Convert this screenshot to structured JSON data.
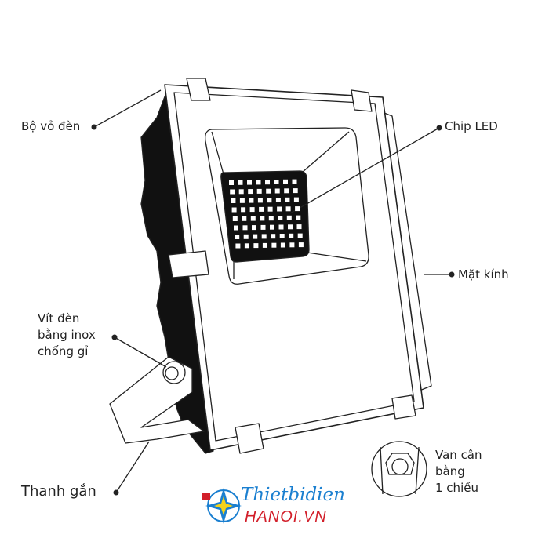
{
  "labels": {
    "housing": "Bộ vỏ đèn",
    "chip": "Chip LED",
    "glass": "Mặt kính",
    "screw": [
      "Vít đèn",
      "bằng inox",
      "chống gỉ"
    ],
    "bracket": "Thanh gắn",
    "valve": [
      "Van cân",
      "bằng",
      "1 chiều"
    ]
  },
  "logo": {
    "line1": "Thietbidien",
    "line2": "HANOI.VN"
  },
  "colors": {
    "line": "#222222",
    "logo_blue": "#1a7fd0",
    "logo_red": "#d21f2a"
  }
}
